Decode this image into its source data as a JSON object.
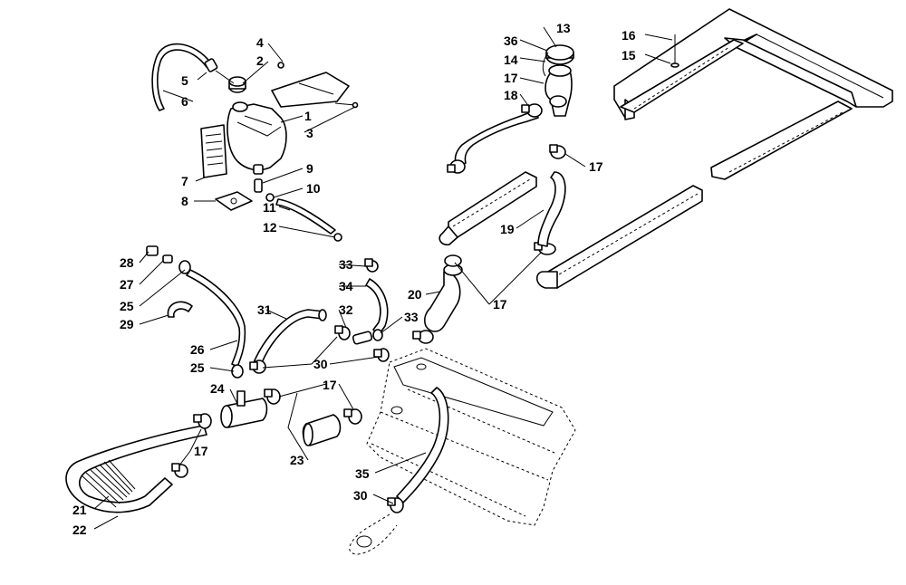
{
  "callouts": [
    {
      "id": "c1",
      "text": "1"
    },
    {
      "id": "c2",
      "text": "2"
    },
    {
      "id": "c3",
      "text": "3"
    },
    {
      "id": "c4",
      "text": "4"
    },
    {
      "id": "c5",
      "text": "5"
    },
    {
      "id": "c6",
      "text": "6"
    },
    {
      "id": "c7",
      "text": "7"
    },
    {
      "id": "c8",
      "text": "8"
    },
    {
      "id": "c9",
      "text": "9"
    },
    {
      "id": "c10",
      "text": "10"
    },
    {
      "id": "c11",
      "text": "11"
    },
    {
      "id": "c12",
      "text": "12"
    },
    {
      "id": "c13",
      "text": "13"
    },
    {
      "id": "c14",
      "text": "14"
    },
    {
      "id": "c15",
      "text": "15"
    },
    {
      "id": "c16",
      "text": "16"
    },
    {
      "id": "c17a",
      "text": "17"
    },
    {
      "id": "c17b",
      "text": "17"
    },
    {
      "id": "c17c",
      "text": "17"
    },
    {
      "id": "c17d",
      "text": "17"
    },
    {
      "id": "c17e",
      "text": "17"
    },
    {
      "id": "c18",
      "text": "18"
    },
    {
      "id": "c19",
      "text": "19"
    },
    {
      "id": "c20",
      "text": "20"
    },
    {
      "id": "c21",
      "text": "21"
    },
    {
      "id": "c22",
      "text": "22"
    },
    {
      "id": "c23",
      "text": "23"
    },
    {
      "id": "c24",
      "text": "24"
    },
    {
      "id": "c25a",
      "text": "25"
    },
    {
      "id": "c25b",
      "text": "25"
    },
    {
      "id": "c26",
      "text": "26"
    },
    {
      "id": "c27",
      "text": "27"
    },
    {
      "id": "c28",
      "text": "28"
    },
    {
      "id": "c29",
      "text": "29"
    },
    {
      "id": "c30a",
      "text": "30"
    },
    {
      "id": "c30b",
      "text": "30"
    },
    {
      "id": "c31",
      "text": "31"
    },
    {
      "id": "c32",
      "text": "32"
    },
    {
      "id": "c33a",
      "text": "33"
    },
    {
      "id": "c33b",
      "text": "33"
    },
    {
      "id": "c34",
      "text": "34"
    },
    {
      "id": "c35",
      "text": "35"
    },
    {
      "id": "c36",
      "text": "36"
    }
  ]
}
